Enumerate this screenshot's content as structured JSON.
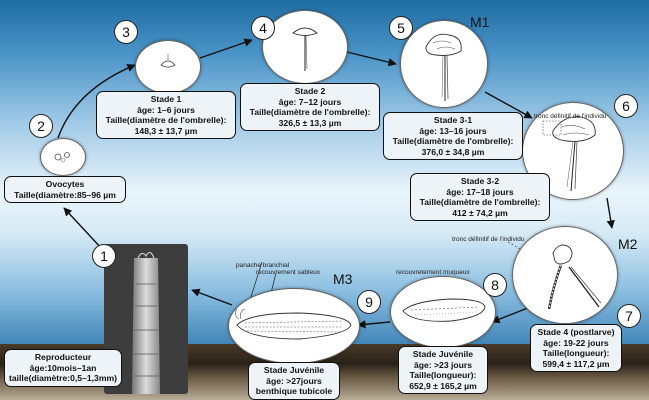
{
  "steps": {
    "1": "1",
    "2": "2",
    "3": "3",
    "4": "4",
    "5": "5",
    "6": "6",
    "7": "7",
    "8": "8",
    "9": "9"
  },
  "phase_labels": {
    "m1": "M1",
    "m2": "M2",
    "m3": "M3"
  },
  "annotations": {
    "tronc_6": "tronc définitif de l'individu",
    "tronc_7": "tronc définitif de l'individu",
    "panache": "panache branchial",
    "recouvrement_sableux": "recouvrement sableux",
    "recouvrement_muqueux": "recouvretement muqueux"
  },
  "labels": {
    "ovocytes": [
      "Ovocytes",
      "Taille(diamètre:85–96 µm"
    ],
    "stade1": [
      "Stade 1",
      "âge: 1–6 jours",
      "Taille(diamètre de l'ombrelle):",
      "148,3 ± 13,7 µm"
    ],
    "stade2": [
      "Stade 2",
      "âge: 7–12 jours",
      "Taille(diamètre de l'ombrelle):",
      "326,5 ± 13,3 µm"
    ],
    "stade31": [
      "Stade 3-1",
      "âge: 13–16 jours",
      "Taille(diamètre de l'ombrelle):",
      "376,0 ± 34,8 µm"
    ],
    "stade32": [
      "Stade 3-2",
      "âge: 17–18 jours",
      "Taille(diamètre de l'ombrelle):",
      "412 ± 74,2 µm"
    ],
    "stade4": [
      "Stade 4 (postlarve)",
      "âge: 19-22 jours",
      "Taille(longueur):",
      "599,4 ± 117,2 µm"
    ],
    "juv8": [
      "Stade Juvénile",
      "âge: >23 jours",
      "Taille(longueur):",
      "652,9 ± 165,2 µm"
    ],
    "juv9": [
      "Stade Juvénile",
      "âge: >27jours",
      "benthique tubicole"
    ],
    "reproducteur": [
      "Reproducteur",
      "âge:10mois–1an",
      "taille(diamètre:0,5–1,3mm)"
    ]
  }
}
